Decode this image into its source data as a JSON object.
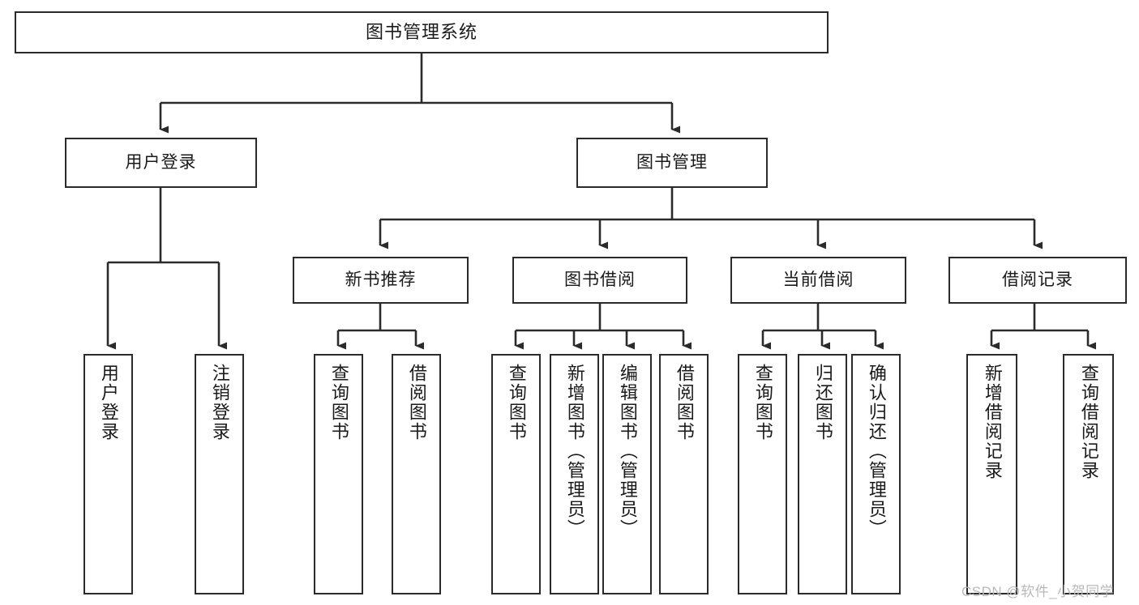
{
  "diagram": {
    "title": "图书管理系统",
    "type": "tree",
    "root": {
      "id": "root",
      "label": "图书管理系统"
    },
    "level2": [
      {
        "id": "user-login",
        "label": "用户登录"
      },
      {
        "id": "book-manage",
        "label": "图书管理"
      }
    ],
    "level3": [
      {
        "id": "new-book-recommend",
        "label": "新书推荐",
        "parent": "book-manage"
      },
      {
        "id": "book-borrow",
        "label": "图书借阅",
        "parent": "book-manage"
      },
      {
        "id": "current-borrow",
        "label": "当前借阅",
        "parent": "book-manage"
      },
      {
        "id": "borrow-record",
        "label": "借阅记录",
        "parent": "book-manage"
      }
    ],
    "leaves": [
      {
        "id": "leaf-user-login",
        "label": "用户登录",
        "parent": "user-login"
      },
      {
        "id": "leaf-logout-login",
        "label": "注销登录",
        "parent": "user-login"
      },
      {
        "id": "leaf-query-book-1",
        "label": "查询图书",
        "parent": "new-book-recommend"
      },
      {
        "id": "leaf-borrow-book-1",
        "label": "借阅图书",
        "parent": "new-book-recommend"
      },
      {
        "id": "leaf-query-book-2",
        "label": "查询图书",
        "parent": "book-borrow"
      },
      {
        "id": "leaf-add-book",
        "label": "新增图书（管理员）",
        "parent": "book-borrow"
      },
      {
        "id": "leaf-edit-book",
        "label": "编辑图书（管理员）",
        "parent": "book-borrow"
      },
      {
        "id": "leaf-borrow-book-2",
        "label": "借阅图书",
        "parent": "book-borrow"
      },
      {
        "id": "leaf-query-book-3",
        "label": "查询图书",
        "parent": "current-borrow"
      },
      {
        "id": "leaf-return-book",
        "label": "归还图书",
        "parent": "current-borrow"
      },
      {
        "id": "leaf-confirm-return",
        "label": "确认归还（管理员）",
        "parent": "current-borrow"
      },
      {
        "id": "leaf-add-record",
        "label": "新增借阅记录",
        "parent": "borrow-record"
      },
      {
        "id": "leaf-query-record",
        "label": "查询借阅记录",
        "parent": "borrow-record"
      }
    ]
  },
  "watermark": {
    "text": "CSDN @软件_小贺同学"
  },
  "colors": {
    "stroke": "#2b2b2b",
    "box_fill": "#ffffff",
    "text": "#1a1a1a",
    "watermark": "#b9b9b9",
    "background": "#ffffff"
  }
}
